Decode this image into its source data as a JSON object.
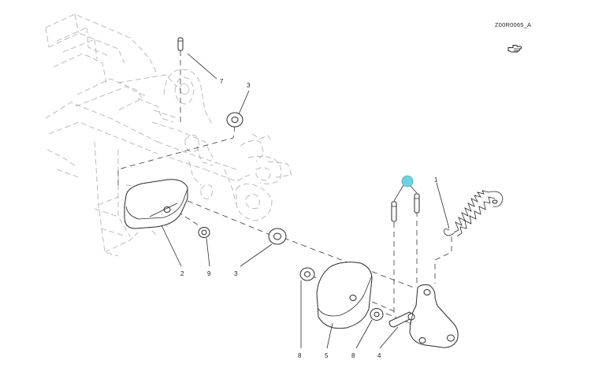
{
  "drawing": {
    "code": "Z00R0065_A",
    "callouts": [
      "7",
      "3",
      "2",
      "9",
      "3",
      "1",
      "8",
      "5",
      "8",
      "4"
    ]
  },
  "icons": {
    "navigation": "pointing-hand-icon",
    "hotspot": "hotspot-marker-icon"
  },
  "colors": {
    "line": "#2a2a2a",
    "ghost": "#b4b4b4",
    "hotspot": "#6fd2dc"
  }
}
